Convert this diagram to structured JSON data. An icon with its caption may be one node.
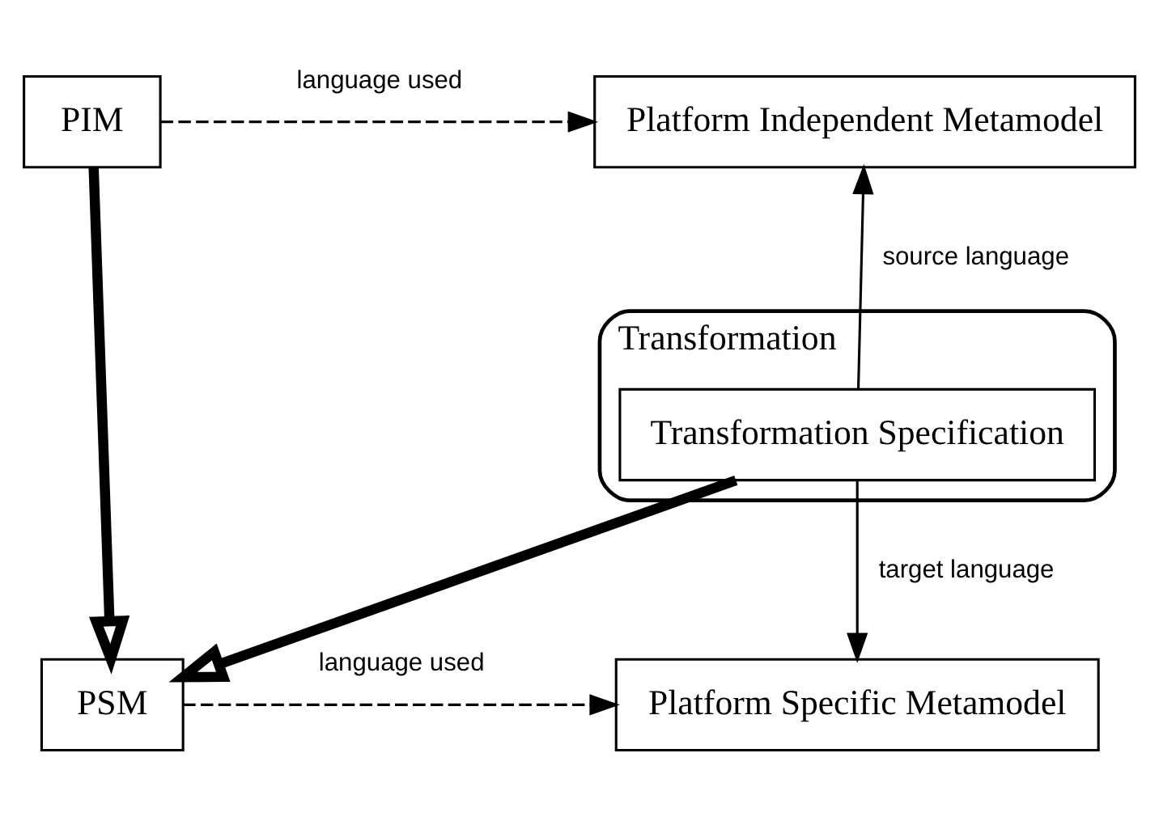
{
  "diagram": {
    "nodes": [
      {
        "text": [
          "PIM"
        ]
      },
      {
        "text": [
          "Platform Independent Metamodel"
        ]
      },
      {
        "text": [
          "Transformation"
        ]
      },
      {
        "text": [
          "Transformation Specification"
        ],
        "in": 2
      },
      {
        "text": [
          "PSM"
        ]
      },
      {
        "text": [
          "Platform Specific Metamodel"
        ]
      }
    ],
    "edges": [
      {
        "from": 0,
        "to": 1,
        "arrow": "to",
        "style": "dashed",
        "label": "language used"
      },
      {
        "from": 3,
        "to": 1,
        "arrow": "to",
        "label": "source language"
      },
      {
        "from": 0,
        "to": 4,
        "arrow": "to",
        "style": "thick"
      },
      {
        "from": 3,
        "to": 4,
        "arrow": "to",
        "style": "thick"
      },
      {
        "from": 3,
        "to": 5,
        "arrow": "to",
        "label": "target language"
      },
      {
        "from": 4,
        "to": 5,
        "arrow": "to",
        "style": "dashed",
        "label": "language used"
      }
    ]
  }
}
